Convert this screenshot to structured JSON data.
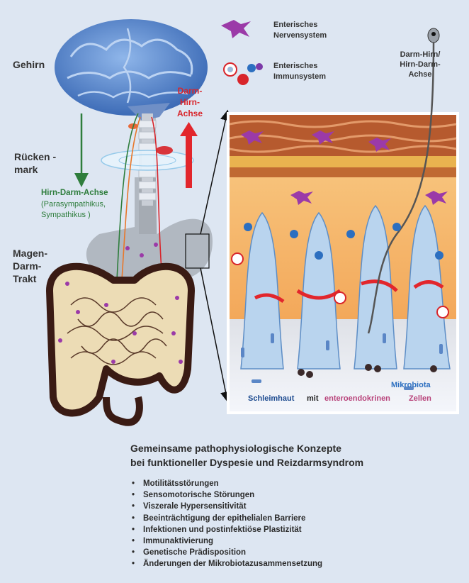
{
  "labels": {
    "brain": "Gehirn",
    "spinal_line1": "Rücken -",
    "spinal_line2": "mark",
    "gut_line1": "Magen-",
    "gut_line2": "Darm-",
    "gut_line3": "Trakt",
    "gut_brain_axis_1": "Darm-",
    "gut_brain_axis_2": "Hirn-",
    "gut_brain_axis_3": "Achse",
    "brain_gut_axis": "Hirn-Darm-Achse",
    "brain_gut_sub1": "(Parasympathikus,",
    "brain_gut_sub2": "Sympathikus )",
    "legend_ens_1": "Enterisches",
    "legend_ens_2": "Nervensystem",
    "legend_eis_1": "Enterisches",
    "legend_eis_2": "Immunsystem",
    "right_axis_1": "Darm-Hirn/",
    "right_axis_2": "Hirn-Darm-",
    "right_axis_3": "Achse",
    "microbiota": "Mikrobiota",
    "mucosa": "Schleimhaut",
    "with": "mit",
    "enteroendocrine": "enteroendokrinen",
    "cells": "Zellen"
  },
  "concepts": {
    "title_line1": "Gemeinsame  pathophysiologische  Konzepte",
    "title_line2": "bei funktioneller  Dyspesie  und  Reizdarmsyndrom",
    "items": [
      "Motilitätsstörungen",
      "Sensomotorische  Störungen",
      "Viszerale Hypersensitivität",
      "Beeinträchtigung  der epithelialen  Barriere",
      "Infektionen  und  postinfektiöse  Plastizität",
      "Immunaktivierung",
      "Genetische  Prädisposition",
      "Änderungen  der Mikrobiotazusammensetzung"
    ],
    "bullet": "•"
  },
  "colors": {
    "background": "#dde6f2",
    "green_axis": "#2e7d3c",
    "red_axis": "#d8252b",
    "brain": "#4a7cc7",
    "muscle": "#b65a2e",
    "villi": "#b9d4ee",
    "neuron": "#9b3aa8",
    "immune": "#2c6fc0"
  }
}
